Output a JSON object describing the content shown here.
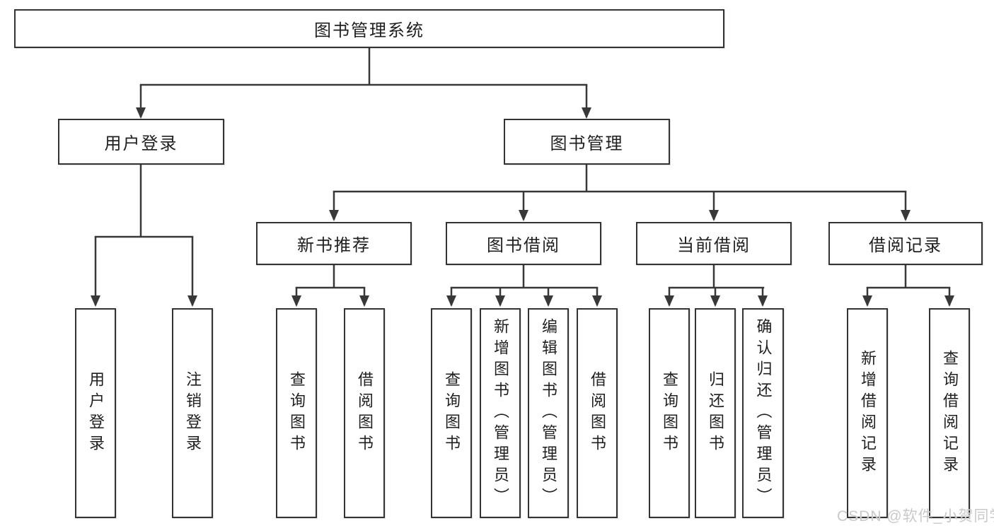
{
  "tree": {
    "label": "图书管理系统",
    "children": [
      {
        "label": "用户登录",
        "children": [
          {
            "label": "用户登录"
          },
          {
            "label": "注销登录"
          }
        ]
      },
      {
        "label": "图书管理",
        "children": [
          {
            "label": "新书推荐",
            "children": [
              {
                "label": "查询图书"
              },
              {
                "label": "借阅图书"
              }
            ]
          },
          {
            "label": "图书借阅",
            "children": [
              {
                "label": "查询图书"
              },
              {
                "label": "新增图书（管理员）"
              },
              {
                "label": "编辑图书（管理员）"
              },
              {
                "label": "借阅图书"
              }
            ]
          },
          {
            "label": "当前借阅",
            "children": [
              {
                "label": "查询图书"
              },
              {
                "label": "归还图书"
              },
              {
                "label": "确认归还（管理员）"
              }
            ]
          },
          {
            "label": "借阅记录",
            "children": [
              {
                "label": "新增借阅记录"
              },
              {
                "label": "查询借阅记录"
              }
            ]
          }
        ]
      }
    ]
  },
  "watermark": {
    "text": "CSDN @软件_小贺同学"
  },
  "colors": {
    "line": "#383838",
    "box_border": "#333333",
    "text": "#1f1f1f",
    "watermark": "#c9c9c9",
    "background": "#ffffff"
  }
}
